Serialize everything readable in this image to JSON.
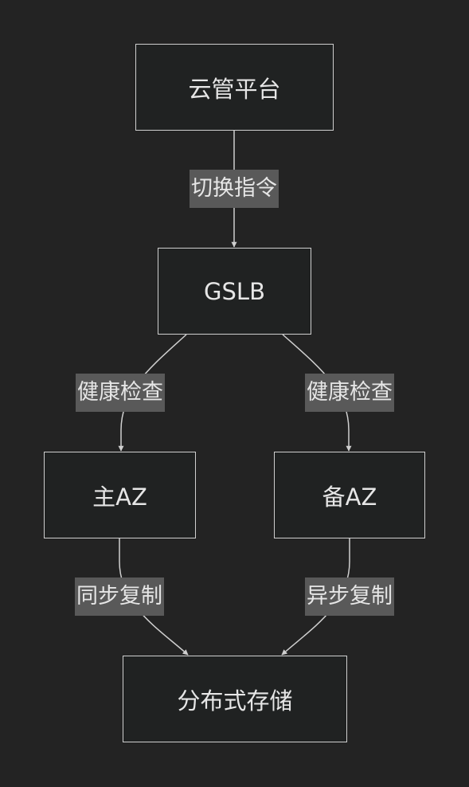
{
  "colors": {
    "background": "#232323",
    "node_fill": "#202222",
    "node_border": "#cfcfcf",
    "edge_line": "#cfcfcf",
    "label_background": "#595959",
    "text": "#e6e6e6"
  },
  "nodes": {
    "cloud_platform": "云管平台",
    "gslb": "GSLB",
    "primary_az": "主AZ",
    "backup_az": "备AZ",
    "distributed_storage": "分布式存储"
  },
  "edges": {
    "switch_command": "切换指令",
    "health_check_primary": "健康检查",
    "health_check_backup": "健康检查",
    "sync_replication": "同步复制",
    "async_replication": "异步复制"
  }
}
